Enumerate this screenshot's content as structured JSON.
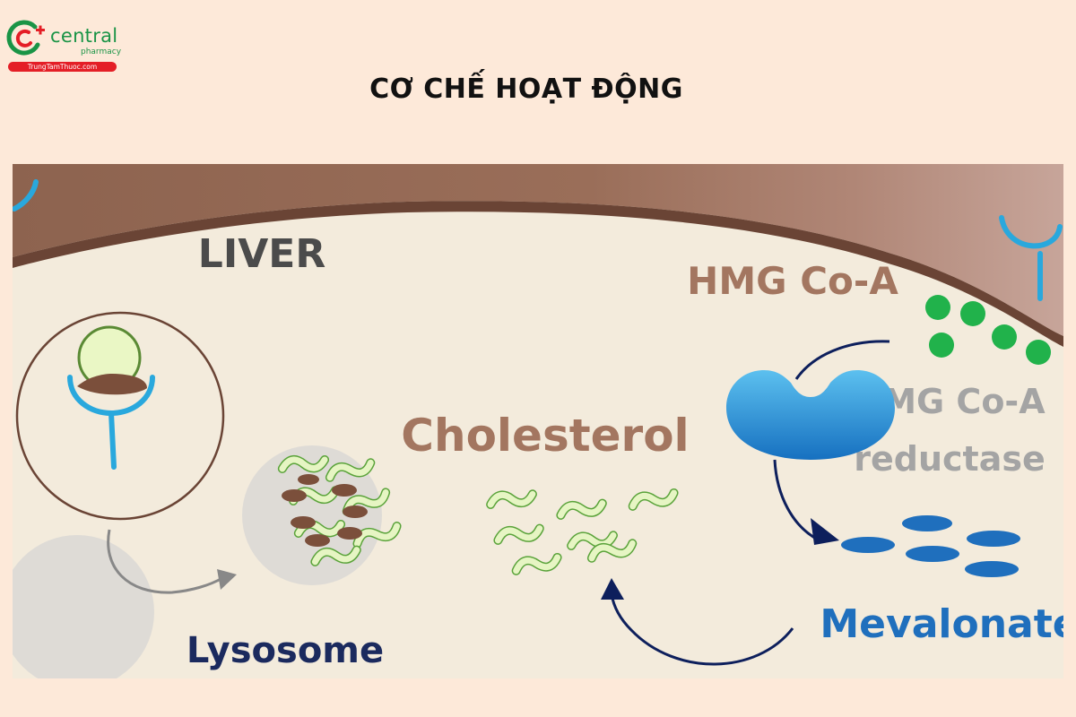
{
  "brand": {
    "name": "central",
    "sub": "pharmacy",
    "site": "TrungTamThuoc.com",
    "colors": {
      "green": "#1a9446",
      "red": "#e41e26"
    }
  },
  "title": "CƠ CHẾ HOẠT ĐỘNG",
  "diagram": {
    "liver_label": "LIVER",
    "hmgcoa_label": "HMG Co-A",
    "reductase_line1": "HMG Co-A",
    "reductase_line2": "reductase",
    "cholesterol_label": "Cholesterol",
    "mevalonate_label": "Mevalonate",
    "lysosome_label": "Lysosome",
    "colors": {
      "cell_interior": "#f3ebdc",
      "membrane": "#8c5f4a",
      "receptor": "#29a8dd",
      "enzyme": "#1e8ed3",
      "hmgcoa_dots": "#21b24b",
      "mevalonate": "#1f6fbd",
      "cholesterol_squiggle": "#e6f5c3",
      "arrow_dark": "#0d1f5c",
      "arrow_gray": "#888888",
      "lipoprotein_fill": "#eaf7c5",
      "lipoprotein_band": "#7b4f3b"
    },
    "icons": [
      "ldl-receptor-icon",
      "endosome-icon",
      "lysosome-icon",
      "hmg-coa-reductase-enzyme-icon"
    ]
  }
}
